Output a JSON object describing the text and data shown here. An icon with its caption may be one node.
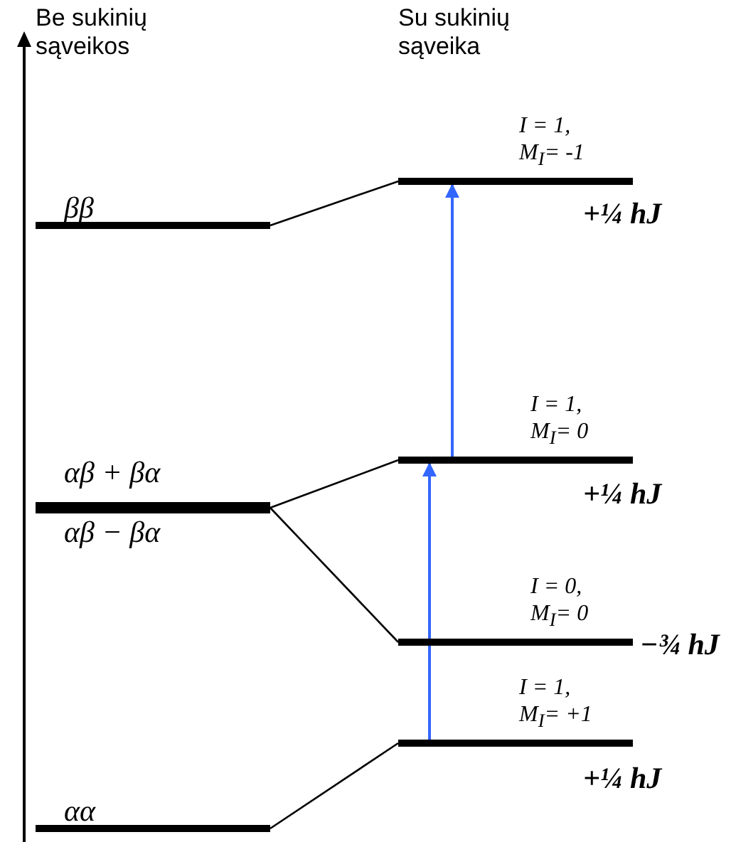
{
  "diagram": {
    "nodes": [
      {
        "text": [
          "ββ"
        ]
      },
      {
        "text": [
          "αβ + βα",
          "αβ − βα"
        ]
      },
      {
        "text": [
          "αα"
        ]
      },
      {
        "text": [
          "I = 1, M$_{I}$= -1"
        ],
        "beside": [
          "+¼ hJ"
        ]
      },
      {
        "text": [
          "I = 1, M$_{I}$= 0"
        ],
        "beside": [
          "+¼ hJ"
        ]
      },
      {
        "text": [
          "I = 0, M$_{I}$= 0"
        ],
        "beside": [
          "−¾ hJ"
        ]
      },
      {
        "text": [
          "I = 1, M$_{I}$= +1"
        ],
        "beside": [
          "+¼ hJ"
        ]
      }
    ],
    "edges": [
      {
        "from": 0,
        "to": 3,
        "arrow": "none"
      },
      {
        "from": 1,
        "to": 4,
        "arrow": "none"
      },
      {
        "from": 1,
        "to": 5,
        "arrow": "none"
      },
      {
        "from": 2,
        "to": 6,
        "arrow": "none"
      },
      {
        "from": 6,
        "to": 4,
        "arrow": "to",
        "color": "#3366ff"
      },
      {
        "from": 4,
        "to": 3,
        "arrow": "to",
        "color": "#3366ff"
      }
    ],
    "labels": [
      "Be sukinių sąveikos",
      "Su sukinių sąveika"
    ]
  }
}
